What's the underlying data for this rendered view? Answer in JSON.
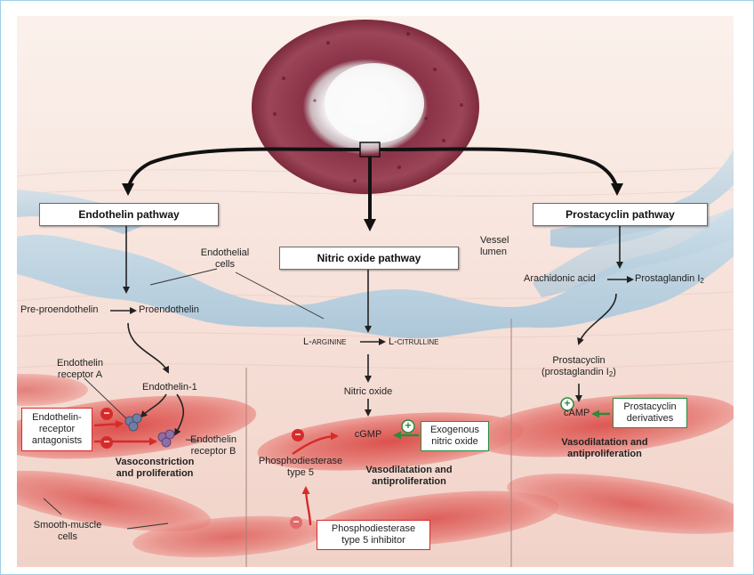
{
  "pathways": {
    "endothelin": "Endothelin pathway",
    "nitric_oxide": "Nitric oxide pathway",
    "prostacyclin": "Prostacyclin pathway"
  },
  "labels": {
    "vessel_lumen_1": "Vessel",
    "vessel_lumen_2": "lumen",
    "endothelial_cells_1": "Endothelial",
    "endothelial_cells_2": "cells",
    "pre_proendothelin": "Pre-proendothelin",
    "proendothelin": "Proendothelin",
    "endothelin1": "Endothelin-1",
    "receptor_a_1": "Endothelin",
    "receptor_a_2": "receptor A",
    "receptor_b_1": "Endothelin",
    "receptor_b_2": "receptor B",
    "smooth_muscle_1": "Smooth-muscle",
    "smooth_muscle_2": "cells",
    "arginine": "L-arginine",
    "citrulline": "L-citrulline",
    "nitric_oxide": "Nitric oxide",
    "cgmp": "cGMP",
    "pde5_1": "Phosphodiesterase",
    "pde5_2": "type 5",
    "arachidonic": "Arachidonic acid",
    "prostaglandin": "Prostaglandin I",
    "prostaglandin_sub": "2",
    "prostacyclin_1": "Prostacyclin",
    "prostacyclin_2": "(prostaglandin I",
    "prostacyclin_sub": "2",
    "prostacyclin_3": ")",
    "camp": "cAMP"
  },
  "boxes": {
    "era_1": "Endothelin-",
    "era_2": "receptor",
    "era_3": "antagonists",
    "exo_1": "Exogenous",
    "exo_2": "nitric oxide",
    "pde5i_1": "Phosphodiesterase",
    "pde5i_2": "type 5 inhibitor",
    "prostder_1": "Prostacyclin",
    "prostder_2": "derivatives"
  },
  "effects": {
    "endothelin_1": "Vasoconstriction",
    "endothelin_2": "and proliferation",
    "no_1": "Vasodilatation and",
    "no_2": "antiproliferation",
    "prost_1": "Vasodilatation and",
    "prost_2": "antiproliferation"
  },
  "signs": {
    "minus": "−",
    "plus": "+"
  },
  "colors": {
    "vessel_tissue": "#8e3a4e",
    "endothelium": "#b9d2e2",
    "smooth_muscle": "#e98a86",
    "inhibit": "#d52b2b",
    "stimulate": "#2f8a3a",
    "background": "#f5e4de"
  }
}
